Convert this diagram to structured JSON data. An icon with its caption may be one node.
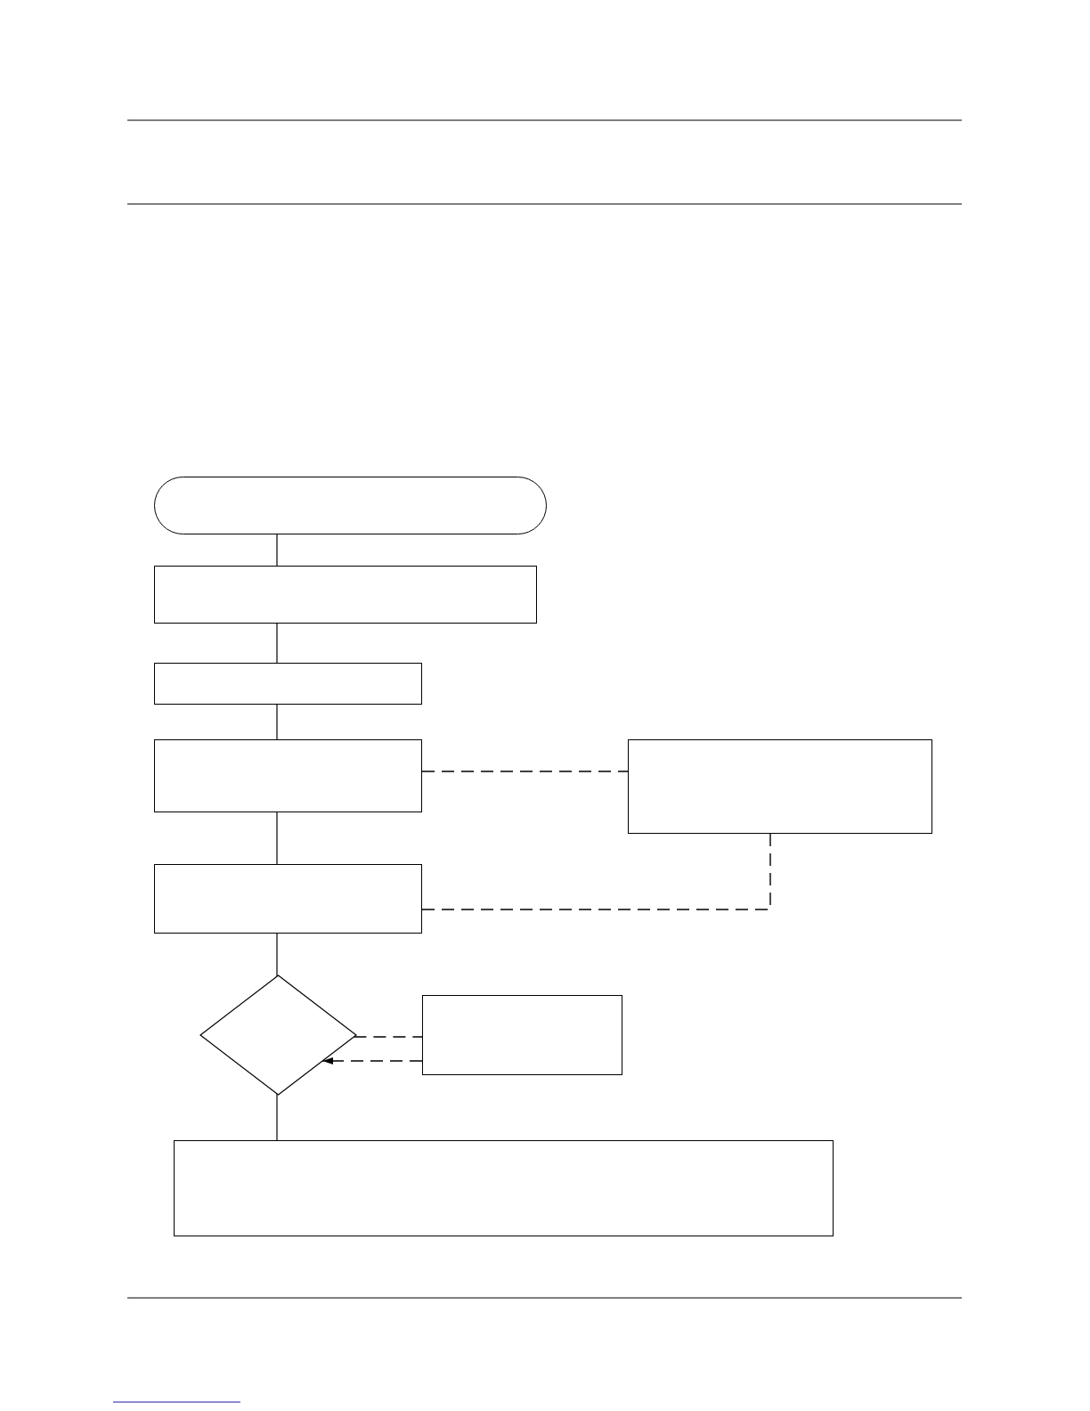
{
  "diagram": {
    "nodes": [
      {
        "text": [],
        "shape": "pill"
      },
      {
        "text": [],
        "shape": "box"
      },
      {
        "text": [],
        "shape": "box"
      },
      {
        "text": [],
        "shape": "box"
      },
      {
        "text": [],
        "shape": "box"
      },
      {
        "text": [],
        "shape": "box"
      },
      {
        "text": [],
        "shape": "diamond"
      },
      {
        "text": [],
        "shape": "box"
      },
      {
        "text": [],
        "shape": "box"
      }
    ],
    "edges": [
      {
        "from": 0,
        "to": 1,
        "arrow": "none"
      },
      {
        "from": 1,
        "to": 2,
        "arrow": "none"
      },
      {
        "from": 2,
        "to": 3,
        "arrow": "none"
      },
      {
        "from": 3,
        "to": 4,
        "arrow": "none",
        "style": "dashed"
      },
      {
        "from": 3,
        "to": 5,
        "arrow": "none"
      },
      {
        "from": 4,
        "to": 5,
        "arrow": "none",
        "style": "dashed"
      },
      {
        "from": 5,
        "to": 6,
        "arrow": "none"
      },
      {
        "from": 6,
        "to": 7,
        "arrow": "none",
        "style": "dashed"
      },
      {
        "from": 7,
        "to": 6,
        "arrow": "to",
        "style": "dashed"
      },
      {
        "from": 6,
        "to": 8,
        "arrow": "none"
      }
    ]
  }
}
